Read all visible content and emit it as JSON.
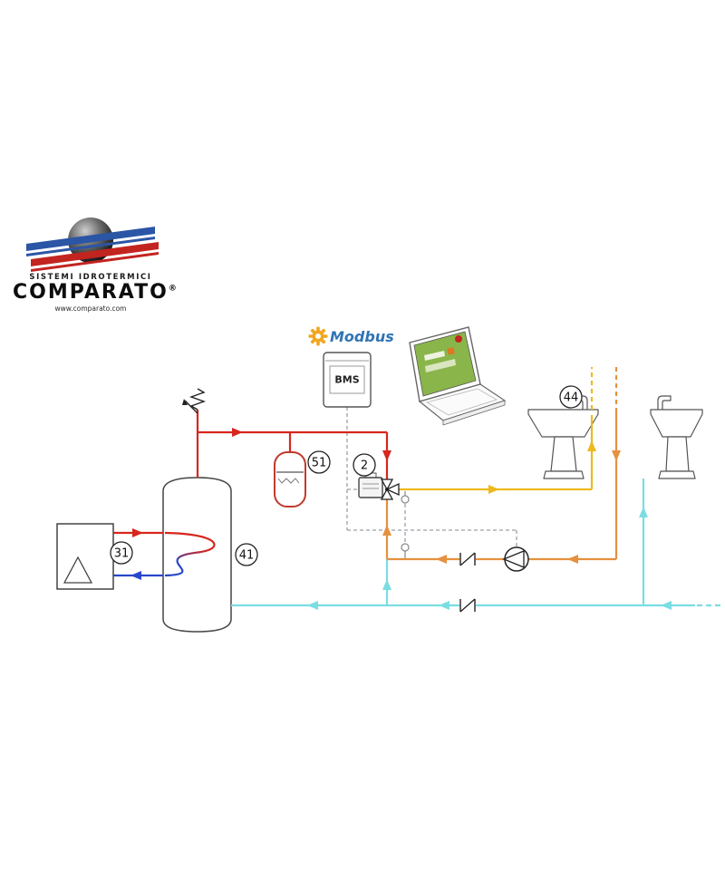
{
  "logo": {
    "tagline": "SISTEMI IDROTERMICI",
    "brand": "COMPARATO",
    "registered": "®",
    "website": "www.comparato.com"
  },
  "control": {
    "modbus": "Modbus",
    "bms": "BMS"
  },
  "labels": {
    "boiler": "31",
    "tank": "41",
    "expansion_vessel": "51",
    "mixing_valve": "2",
    "fixtures": "44"
  },
  "colors": {
    "hot": "#d7261d",
    "boiler_return": "#2847c9",
    "mixed": "#edb91f",
    "recirculation": "#e5913f",
    "cold": "#7adde2",
    "control": "#9aa0a8",
    "outline": "#3a3a3a",
    "modbus_blue": "#2f74b5",
    "gear_orange": "#f2a71f",
    "vessel_red": "#c23a2e",
    "screen_green": "#8ab54a"
  }
}
